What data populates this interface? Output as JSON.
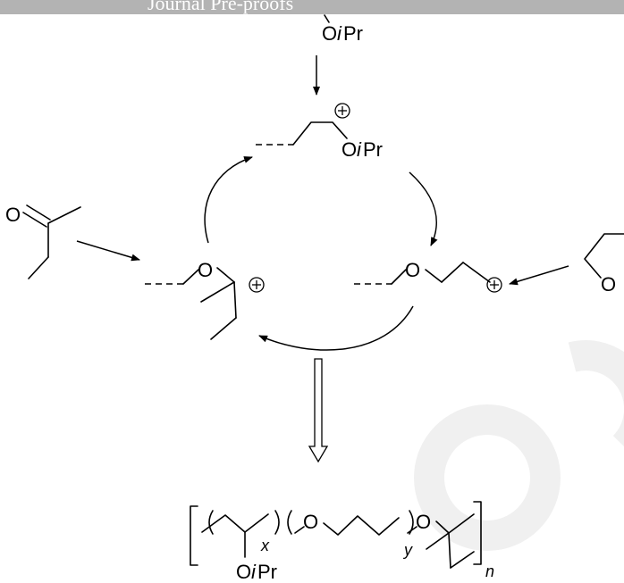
{
  "header": {
    "banner_text": "Journal Pre-proofs"
  },
  "labels": {
    "oxygen": "O",
    "oipr_o": "O",
    "oipr_i": "i",
    "oipr_pr": "Pr",
    "sub_x": "x",
    "sub_y": "y",
    "sub_n": "n"
  },
  "colors": {
    "banner": "#b3b3b3",
    "ink": "#000000",
    "background": "#ffffff"
  },
  "icons": {
    "positive_charge": "circled-plus-icon"
  }
}
